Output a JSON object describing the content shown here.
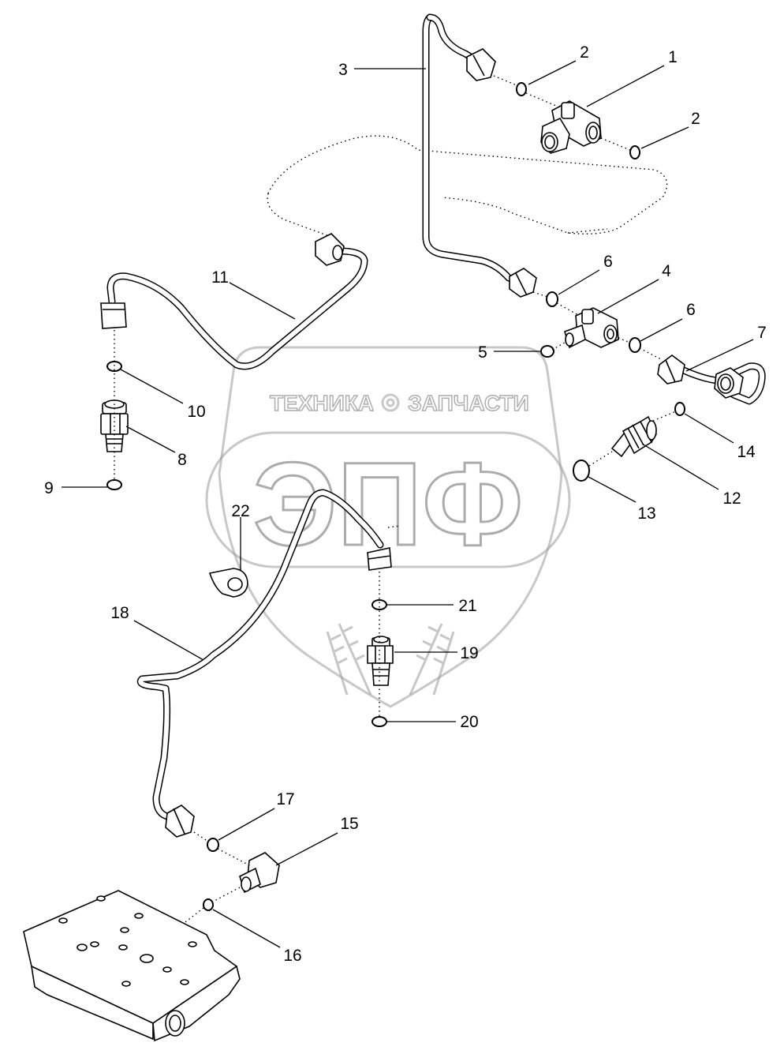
{
  "watermark": {
    "top_text_left": "ТЕХНИКА",
    "top_text_right": "ЗАПЧАСТИ",
    "logo_text": "ЭПФ",
    "gear_icon": "gear-icon"
  },
  "callouts": [
    {
      "id": "1",
      "text": "1"
    },
    {
      "id": "2a",
      "text": "2"
    },
    {
      "id": "2b",
      "text": "2"
    },
    {
      "id": "3",
      "text": "3"
    },
    {
      "id": "4",
      "text": "4"
    },
    {
      "id": "5",
      "text": "5"
    },
    {
      "id": "6a",
      "text": "6"
    },
    {
      "id": "6b",
      "text": "6"
    },
    {
      "id": "7",
      "text": "7"
    },
    {
      "id": "8",
      "text": "8"
    },
    {
      "id": "9",
      "text": "9"
    },
    {
      "id": "10",
      "text": "10"
    },
    {
      "id": "11",
      "text": "11"
    },
    {
      "id": "12",
      "text": "12"
    },
    {
      "id": "13",
      "text": "13"
    },
    {
      "id": "14",
      "text": "14"
    },
    {
      "id": "15",
      "text": "15"
    },
    {
      "id": "16",
      "text": "16"
    },
    {
      "id": "17",
      "text": "17"
    },
    {
      "id": "18",
      "text": "18"
    },
    {
      "id": "19",
      "text": "19"
    },
    {
      "id": "20",
      "text": "20"
    },
    {
      "id": "21",
      "text": "21"
    },
    {
      "id": "22",
      "text": "22"
    }
  ]
}
